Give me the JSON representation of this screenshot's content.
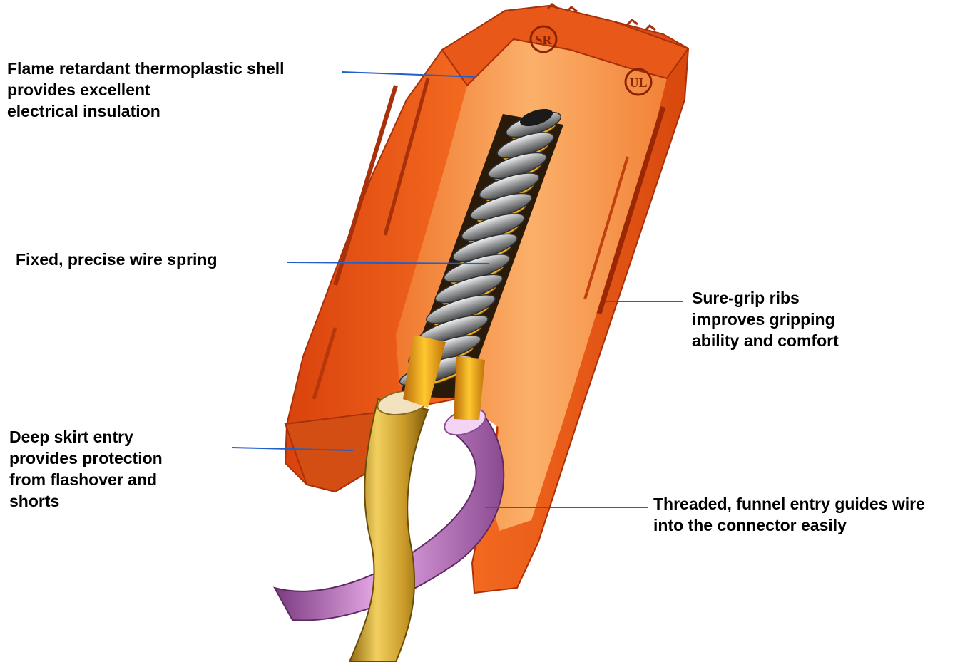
{
  "colors": {
    "shell_orange": "#F05A14",
    "shell_shadow": "#B83A08",
    "shell_inner": "#F89A50",
    "spring_steel": "#7E8083",
    "spring_gold": "#E8A020",
    "wire_gold": "#C9A030",
    "wire_purple": "#C070C0",
    "leader_line": "#2060C8",
    "text": "#000000"
  },
  "callouts": {
    "shell": [
      "Flame retardant thermoplastic shell",
      "provides excellent",
      "electrical insulation"
    ],
    "spring": [
      "Fixed, precise wire spring"
    ],
    "ribs": [
      "Sure-grip ribs",
      "improves gripping",
      "ability and comfort"
    ],
    "skirt": [
      "Deep skirt entry",
      "provides protection",
      "from flashover and",
      "shorts"
    ],
    "funnel": [
      "Threaded, funnel entry guides wire",
      "into the connector easily"
    ]
  },
  "logos": {
    "left": "SR",
    "right": "UL"
  },
  "spring_coils": 13
}
